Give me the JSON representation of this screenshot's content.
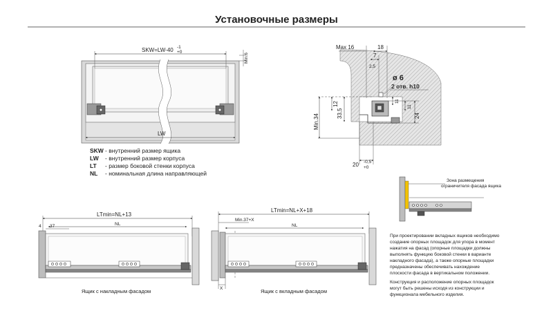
{
  "title": "Установочные  размеры",
  "top_view": {
    "skw_label": "SKW=LW-40",
    "skw_tol_upper": "-1",
    "skw_tol_lower": "+0",
    "min6_label": "Min.6",
    "lw_label": "LW"
  },
  "legend": [
    {
      "key": "SKW",
      "text": "- внутренний размер ящика"
    },
    {
      "key": "LW",
      "text": "- внутренний размер корпуса"
    },
    {
      "key": "LT",
      "text": "- размер боковой стенки корпуса"
    },
    {
      "key": "NL",
      "text": "- номинальная длина направляющей"
    }
  ],
  "section_view": {
    "max16": "Max 16",
    "d18": "18",
    "d7": "7",
    "d25": "2,5",
    "hole_diam": "ø 6",
    "hole_note": "2 отв. h10",
    "d12": "12",
    "d11a": "11",
    "d11b": "11",
    "d24": "24",
    "d335": "33,5",
    "min34": "Min.34",
    "d20": "20",
    "d20_tol_upper": "-0,5",
    "d20_tol_lower": "+0"
  },
  "overlay_view": {
    "lt_label": "LTmin=NL+13",
    "d4": "4",
    "d37": "37",
    "nl": "NL",
    "caption": "Ящик с накладным фасадом"
  },
  "inset_view": {
    "lt_label": "LTmin=NL+X+18",
    "min37x": "Min.37+X",
    "nl": "NL",
    "x_label": "X",
    "caption": "Ящик с вкладным фасадом"
  },
  "stop_zone": {
    "label_line1": "Зона размещения",
    "label_line2": "ограничителя фасада ящика"
  },
  "notes": {
    "p1": [
      "При проектировании вкладных ящиков необходимо",
      "создание опорных площадок для упора в момент",
      "нажатия на фасад (опорные площадки должны",
      "выполнять функцию боковой стенки в варианте",
      "накладного фасада), а также опорные площадки",
      "предназначены обеспечивать нахождение",
      "плоскости фасада в вертикальном положении."
    ],
    "p2": [
      "Конструкция и расположение опорных площадок",
      "могут быть решены исходя из конструкции и",
      "функционала мебельного изделия."
    ]
  }
}
